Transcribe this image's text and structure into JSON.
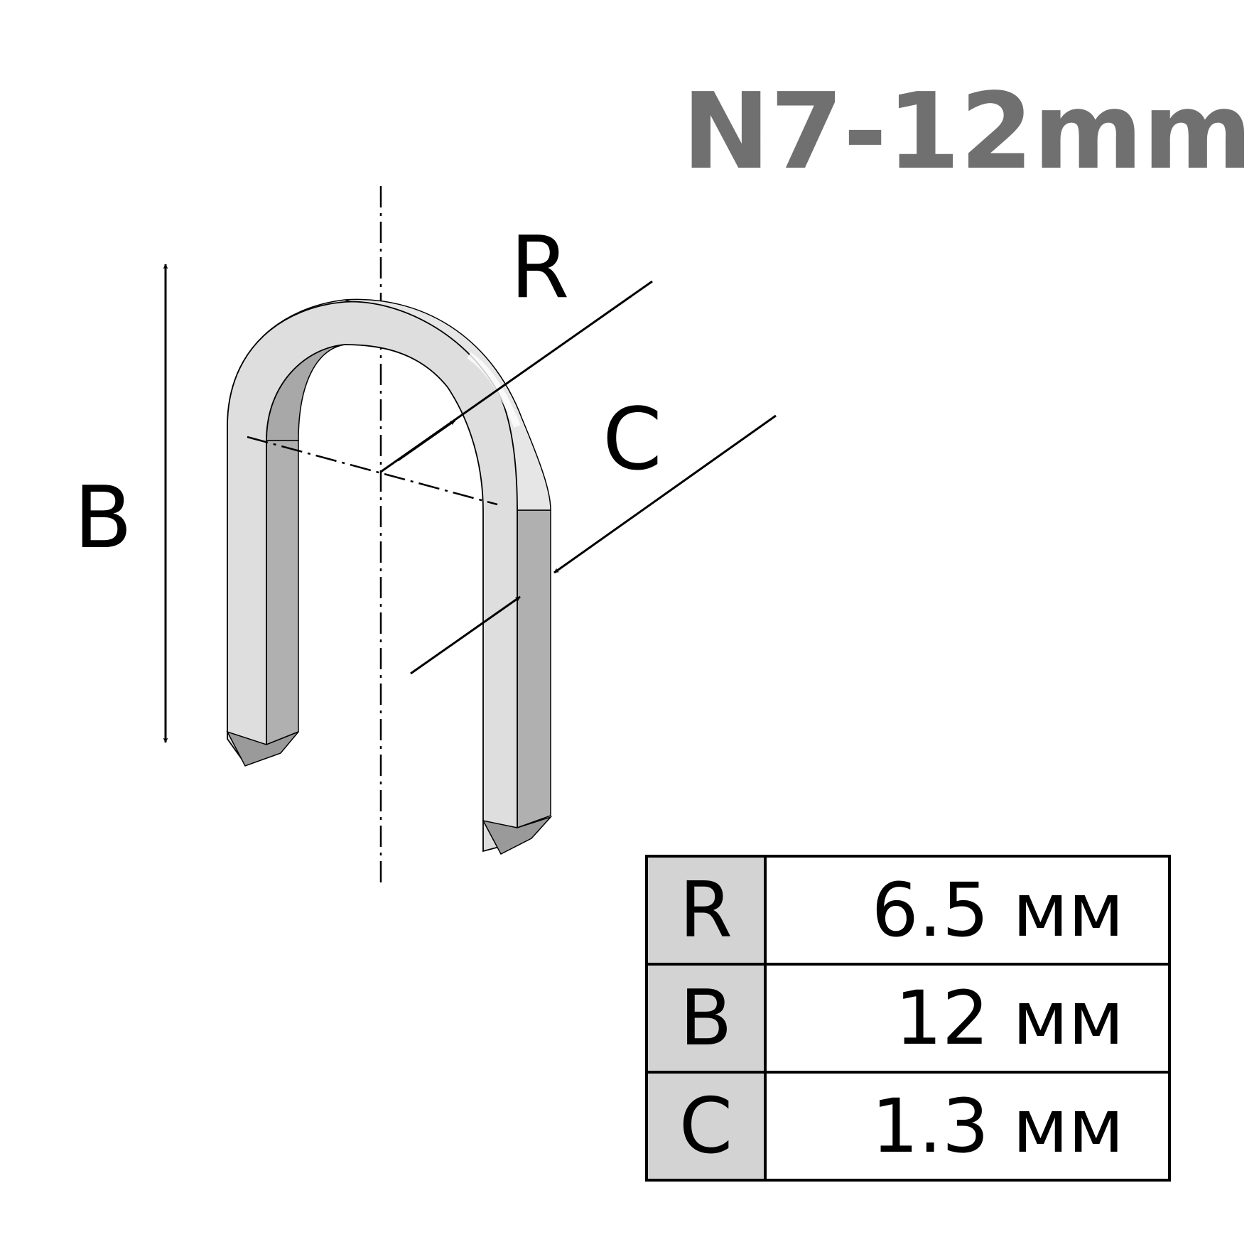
{
  "title": "N7-12mm",
  "labels": {
    "b": "B",
    "r": "R",
    "c": "C"
  },
  "colors": {
    "title": "#707070",
    "staple_face": "#dedede",
    "staple_side": "#b0b0b0",
    "table_header": "#d3d3d3"
  },
  "specs": [
    {
      "key": "R",
      "value": "6.5 мм"
    },
    {
      "key": "B",
      "value": "12 мм"
    },
    {
      "key": "C",
      "value": "1.3 мм"
    }
  ]
}
